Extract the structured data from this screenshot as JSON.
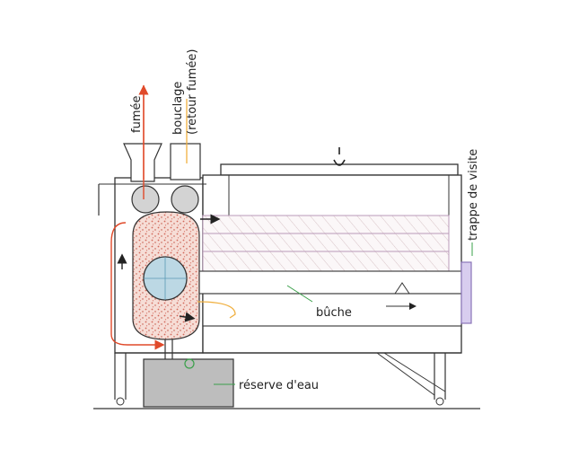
{
  "labels": {
    "fumee": "fumée",
    "bouclage_line1": "bouclage",
    "bouclage_line2": "(retour fumée)",
    "trappe": "trappe de visite",
    "buche": "bûche",
    "reserve": "réserve d'eau"
  },
  "colors": {
    "outline": "#333333",
    "fire_fill": "#f6ddd6",
    "fire_dots": "#d2685a",
    "smoke_path": "#e04a2a",
    "return_path": "#f0b040",
    "leader_line": "#3aa04a",
    "log_stripes": "#d8c4c8",
    "trap_door": "#b7a0d8",
    "burner": "#bcd8e4",
    "water_tank": "#bdbdbd"
  }
}
